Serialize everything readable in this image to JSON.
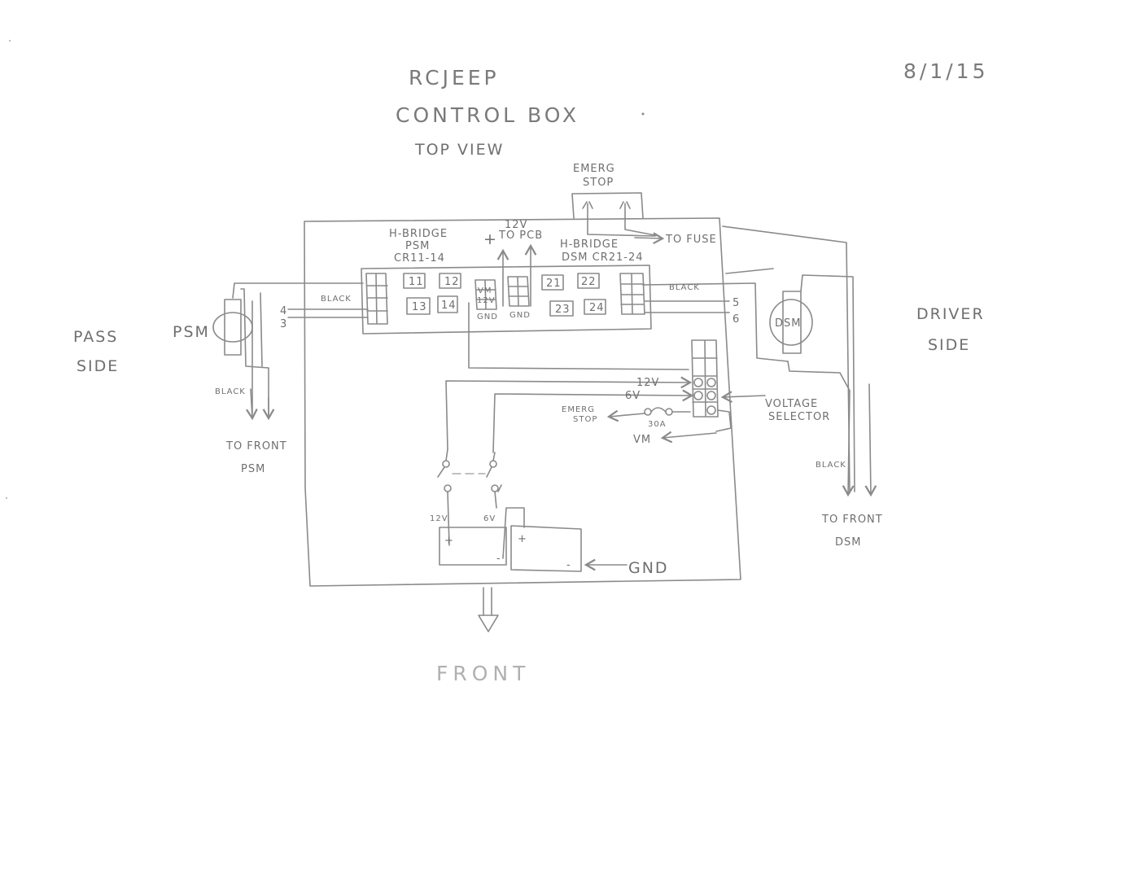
{
  "title": {
    "line1": "RCJEEP",
    "line2": "CONTROL BOX",
    "subtitle": "TOP VIEW",
    "date": "8/1/15"
  },
  "sides": {
    "pass": [
      "PASS",
      "SIDE"
    ],
    "driver": [
      "DRIVER",
      "SIDE"
    ]
  },
  "estop_top": [
    "EMERG",
    "STOP"
  ],
  "to_fuse": "TO FUSE",
  "hbridge_left": [
    "H-BRIDGE",
    "PSM",
    "CR11-14"
  ],
  "hbridge_right": [
    "H-BRIDGE",
    "DSM CR21-24"
  ],
  "pcb_label": [
    "12V",
    "TO PCB"
  ],
  "plus": "+",
  "relays_left": [
    "11",
    "12",
    "13",
    "14"
  ],
  "relays_right": [
    "21",
    "22",
    "23",
    "24"
  ],
  "terminal": {
    "vm": "VM",
    "v12": "12V",
    "gnd": "GND"
  },
  "psm_label": "PSM",
  "dsm_label": "DSM",
  "black": "BLACK",
  "wire_nums_left": [
    "4",
    "3"
  ],
  "wire_nums_right": [
    "5",
    "6"
  ],
  "to_front_psm": [
    "TO FRONT",
    "PSM"
  ],
  "to_front_dsm": [
    "TO FRONT",
    "DSM"
  ],
  "selector": {
    "v12": "12V",
    "v6": "6V",
    "estop": [
      "EMERG",
      "STOP"
    ],
    "fuse": "30A",
    "vm": "VM",
    "label": [
      "VOLTAGE",
      "SELECTOR"
    ]
  },
  "battery": {
    "v12": "12V",
    "v6": "6V",
    "plus": "+",
    "minus": "-",
    "gnd": "GND"
  },
  "front": "FRONT"
}
